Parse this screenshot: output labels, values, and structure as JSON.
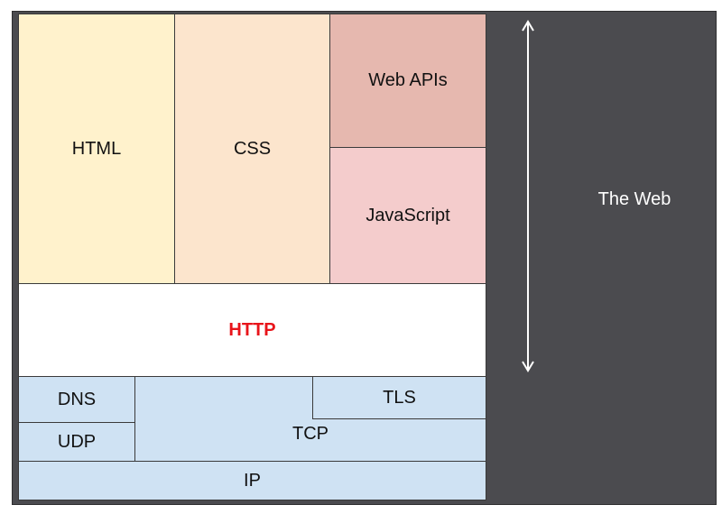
{
  "diagram": {
    "layers": {
      "html": "HTML",
      "css": "CSS",
      "web_apis": "Web APIs",
      "javascript": "JavaScript",
      "http": "HTTP",
      "dns": "DNS",
      "udp": "UDP",
      "tcp": "TCP",
      "tls": "TLS",
      "ip": "IP"
    },
    "side_label": "The Web"
  },
  "colors": {
    "html": "#fff2cc",
    "css": "#fce5cd",
    "web_apis": "#e6b8af",
    "javascript": "#f4cccc",
    "http": "#ffffff",
    "http_text": "#e8141a",
    "network": "#cfe2f3",
    "side_panel": "#4b4b4f",
    "arrow": "#ffffff"
  },
  "icons": {
    "scope_arrow": "double-headed-vertical-arrow"
  }
}
